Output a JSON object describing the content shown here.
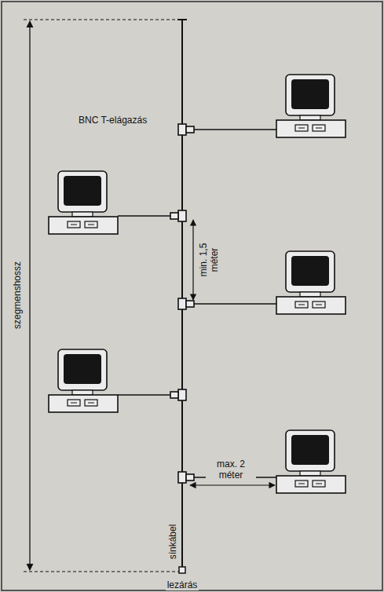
{
  "diagram": {
    "labels": [
      "szegmenshossz",
      "BNC T-elágazás",
      "min. 1,5 méter",
      "max. 2 méter",
      "sínkábel",
      "lezárás"
    ]
  }
}
